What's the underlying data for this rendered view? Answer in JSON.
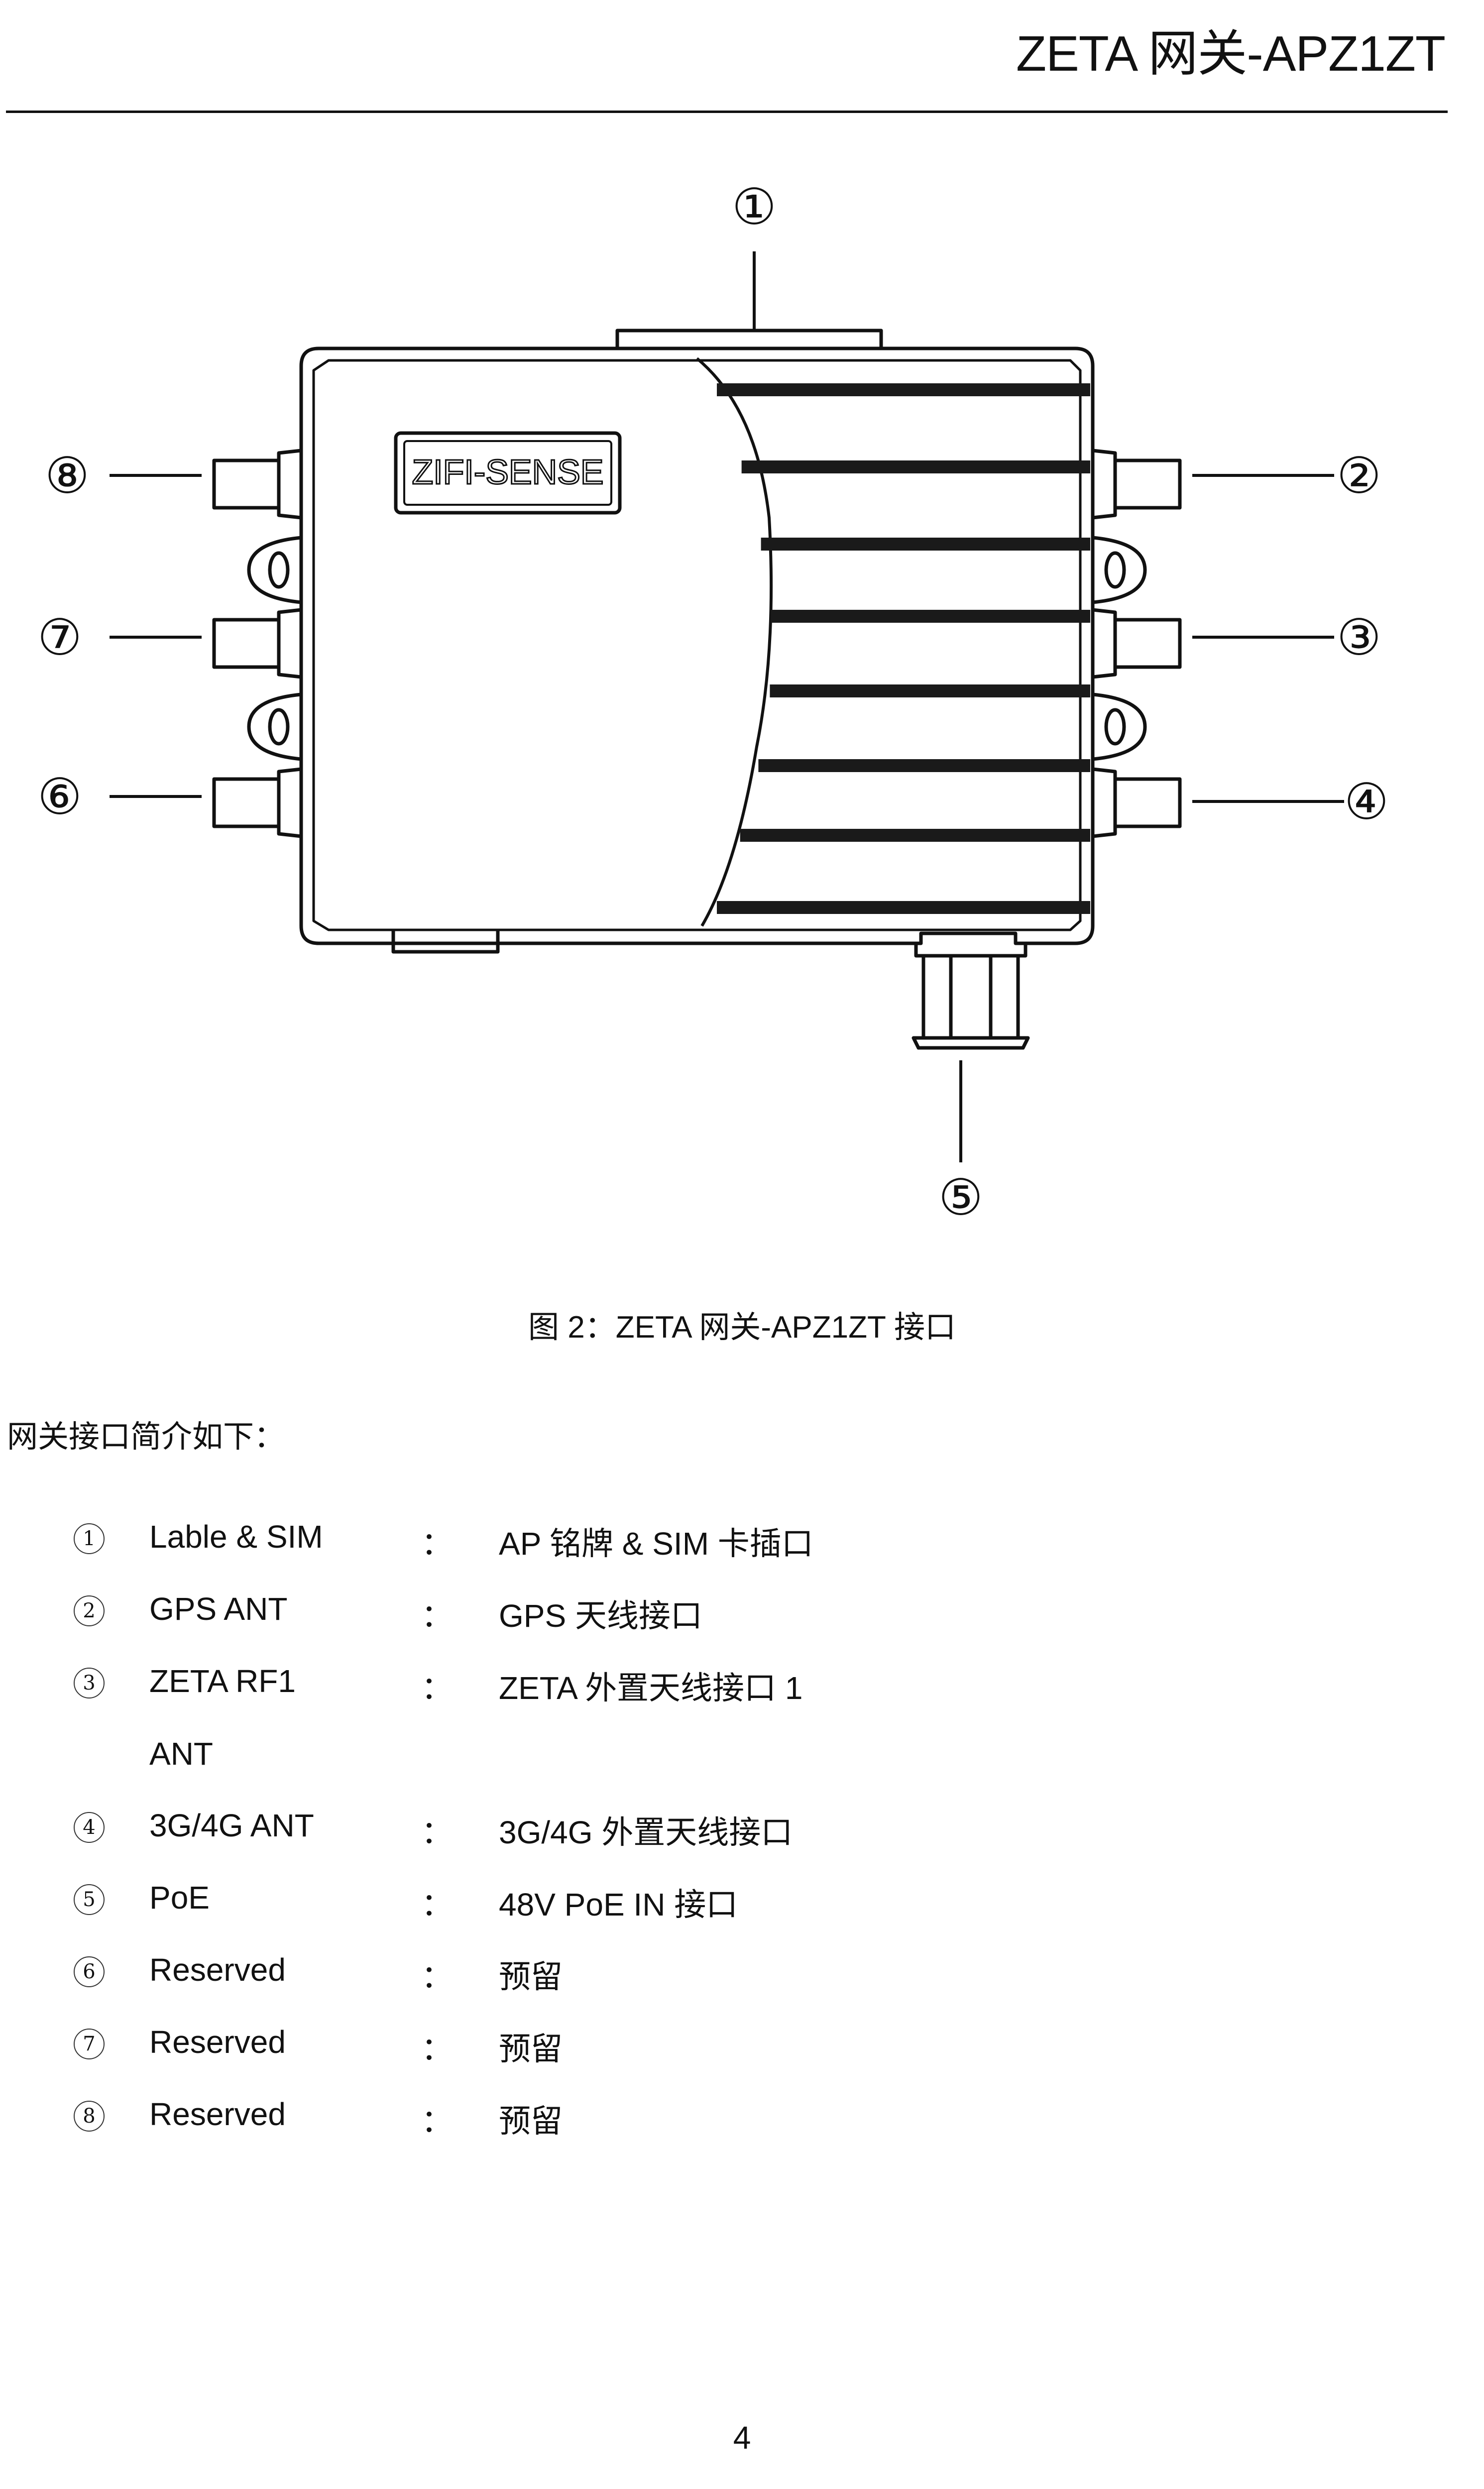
{
  "header": {
    "title": "ZETA 网关-APZ1ZT"
  },
  "figure": {
    "logo_text": "ZIFI-SENSE",
    "callouts": [
      "①",
      "②",
      "③",
      "④",
      "⑤",
      "⑥",
      "⑦",
      "⑧"
    ]
  },
  "caption": "图 2：ZETA 网关-APZ1ZT 接口",
  "intro": "网关接口简介如下：",
  "interfaces": [
    {
      "num": "1",
      "name": "Lable & SIM",
      "name2": "",
      "colon": "：",
      "desc": "AP 铭牌  & SIM 卡插口"
    },
    {
      "num": "2",
      "name": "GPS ANT",
      "name2": "",
      "colon": "：",
      "desc": "GPS 天线接口"
    },
    {
      "num": "3",
      "name": "ZETA RF1",
      "name2": "ANT",
      "colon": "：",
      "desc": "ZETA 外置天线接口 1"
    },
    {
      "num": "4",
      "name": "3G/4G ANT",
      "name2": "",
      "colon": "：",
      "desc": "3G/4G 外置天线接口"
    },
    {
      "num": "5",
      "name": "PoE",
      "name2": "",
      "colon": "：",
      "desc": "48V PoE IN 接口"
    },
    {
      "num": "6",
      "name": "Reserved",
      "name2": "",
      "colon": "：",
      "desc": "预留"
    },
    {
      "num": "7",
      "name": "Reserved",
      "name2": "",
      "colon": "：",
      "desc": "预留"
    },
    {
      "num": "8",
      "name": "Reserved",
      "name2": "",
      "colon": "：",
      "desc": "预留"
    }
  ],
  "page_number": "4"
}
